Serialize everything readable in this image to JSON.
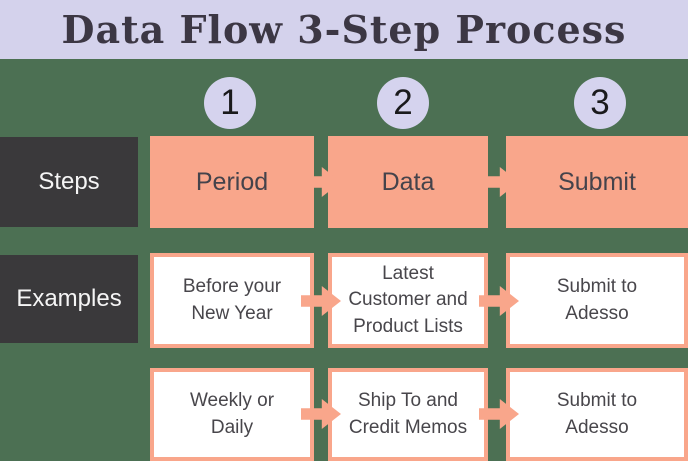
{
  "title": "Data Flow 3-Step Process",
  "row_labels": {
    "steps": "Steps",
    "examples": "Examples"
  },
  "columns": [
    {
      "number": "1",
      "step": "Period",
      "example_row1": "Before your\nNew Year",
      "example_row2": "Weekly or\nDaily"
    },
    {
      "number": "2",
      "step": "Data",
      "example_row1": "Latest\nCustomer and\nProduct Lists",
      "example_row2": "Ship To and\nCredit Memos"
    },
    {
      "number": "3",
      "step": "Submit",
      "example_row1": "Submit to\nAdesso",
      "example_row2": "Submit to\nAdesso"
    }
  ],
  "colors": {
    "background_green": "#4c7053",
    "lavender": "#d4d2ec",
    "salmon": "#f9a68b",
    "charcoal": "#3a393b",
    "text_dark": "#45434b",
    "text_light": "#f5f5f5"
  }
}
